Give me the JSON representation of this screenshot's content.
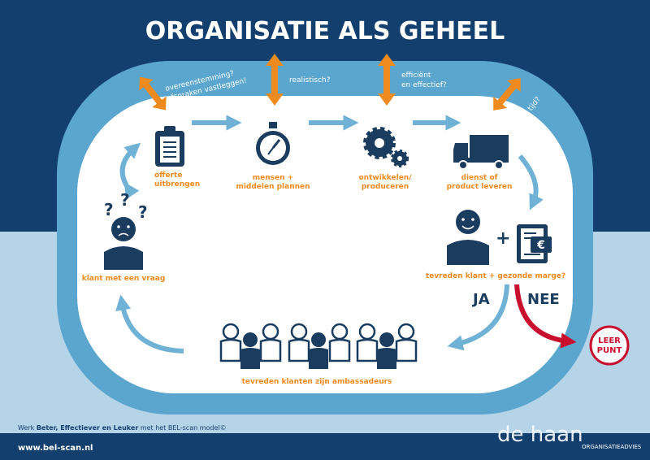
{
  "title": "ORGANISATIE ALS GEHEEL",
  "checks": {
    "agreement_line1": "overeenstemming?",
    "agreement_line2": "afspraken vastleggen!",
    "realistic": "realistisch?",
    "efficient_line1": "efficiënt",
    "efficient_line2": "en effectief?",
    "on_time": "op tijd?"
  },
  "steps": {
    "quote_line1": "offerte",
    "quote_line2": "uitbrengen",
    "plan_line1": "mensen +",
    "plan_line2": "middelen plannen",
    "produce_line1": "ontwikkelen/",
    "produce_line2": "produceren",
    "deliver_line1": "dienst of",
    "deliver_line2": "product leveren",
    "customer_question": "klant met een vraag",
    "evaluation": "tevreden klant + gezonde marge?",
    "ambassadors": "tevreden klanten zijn ambassadeurs"
  },
  "decision": {
    "yes": "JA",
    "no": "NEE"
  },
  "learning_point": {
    "line1": "LEER",
    "line2": "PUNT"
  },
  "footer": {
    "tagline_prefix": "Werk ",
    "tagline_bold": "Beter, Effectiever en Leuker",
    "tagline_suffix": " met het BEL-scan model©",
    "website": "www.bel-scan.nl",
    "brand_name": "de haan",
    "brand_sub": "ORGANISATIEADVIES"
  },
  "colors": {
    "navy": "#123f6e",
    "light_blue": "#b5d4e8",
    "ring_blue": "#5aa6cf",
    "arrow_blue": "#6fb2d6",
    "orange": "#ef8a1e",
    "dark_icon": "#1a3c5e",
    "red": "#c8102e"
  }
}
